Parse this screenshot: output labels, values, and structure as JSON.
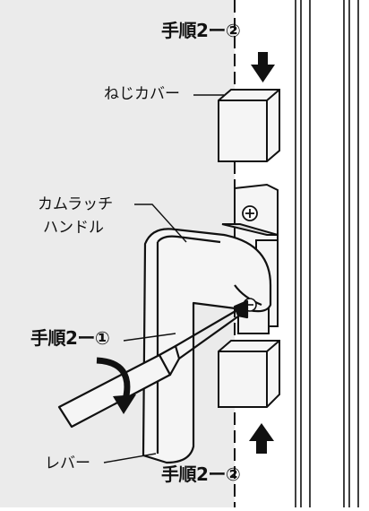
{
  "labels": {
    "step2_2_top": "手順2ー②",
    "screw_cover": "ねじカバー",
    "cam_latch_handle_line1": "カムラッチ",
    "cam_latch_handle_line2": "ハンドル",
    "step2_1": "手順2ー①",
    "lever": "レバー",
    "step2_2_bottom": "手順2ー②"
  },
  "colors": {
    "background_panel": "#ebebeb",
    "parts_fill": "#f5f5f5",
    "outline": "#111111"
  },
  "icons": [
    "down-arrow-icon",
    "up-arrow-icon",
    "rotation-arrow-icon",
    "screw-icon"
  ]
}
